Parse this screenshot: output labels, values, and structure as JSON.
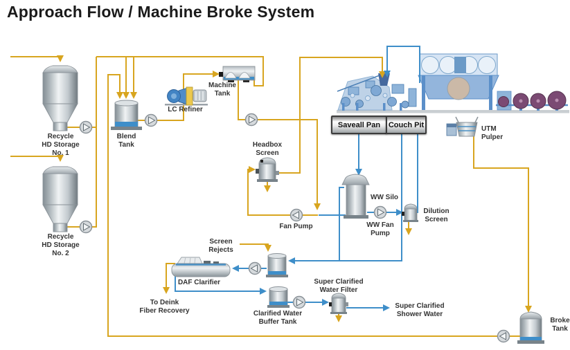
{
  "title": "Approach Flow / Machine Broke System",
  "colors": {
    "stock_line": "#D8A51F",
    "water_line": "#3E8EC9",
    "machine_fill": "#A9C4E0",
    "reel_color": "#7B4A73",
    "yankee_color": "#CBB9A7",
    "tank_liquid": "#3E8EC9"
  },
  "buttons": {
    "saveall_pan": "Saveall Pan",
    "couch_pit": "Couch Pit"
  },
  "labels": {
    "recycle_hd_1": "Recycle\nHD Storage\nNo. 1",
    "recycle_hd_2": "Recycle\nHD Storage\nNo. 2",
    "blend_tank": "Blend\nTank",
    "lc_refiner": "LC Refiner",
    "machine_tank": "Machine\nTank",
    "headbox_screen": "Headbox\nScreen",
    "fan_pump": "Fan Pump",
    "ww_silo": "WW Silo",
    "ww_fan_pump": "WW Fan\nPump",
    "dilution_screen": "Dilution\nScreen",
    "screen_rejects": "Screen\nRejects",
    "daf_clarifier": "DAF Clarifier",
    "to_deink": "To Deink\nFiber Recovery",
    "clarified_buffer": "Clarified Water\nBuffer Tank",
    "sc_filter": "Super Clarified\nWater Filter",
    "sc_shower": "Super Clarified\nShower Water",
    "utm_pulper": "UTM\nPulper",
    "broke_tank": "Broke\nTank"
  }
}
